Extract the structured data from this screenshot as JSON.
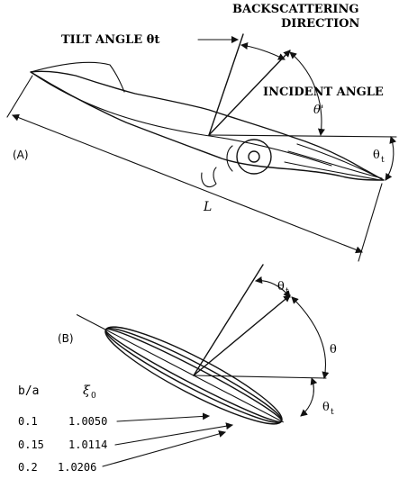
{
  "panel_a": {
    "label": "(A)",
    "tilt_label": "TILT ANGLE θt",
    "backscatter_label_1": "BACKSCATTERING",
    "backscatter_label_2": "DIRECTION",
    "incident_label": "INCIDENT ANGLE",
    "theta_prime": "θ'",
    "theta_t": "θ",
    "theta_t_sub": "t",
    "length_label": "L"
  },
  "panel_b": {
    "label": "(B)",
    "theta": "θ",
    "theta_t": "θ",
    "theta_t_sub": "t",
    "table_header_ratio": "b/a",
    "table_header_xi": "ξ",
    "table_header_xi_sub": "0",
    "rows": [
      {
        "ratio": "0.1",
        "xi": "1.0050"
      },
      {
        "ratio": "0.15",
        "xi": "1.0114"
      },
      {
        "ratio": "0.2",
        "xi": "1.0206"
      }
    ]
  },
  "colors": {
    "ink": "#111111",
    "background": "#ffffff"
  }
}
